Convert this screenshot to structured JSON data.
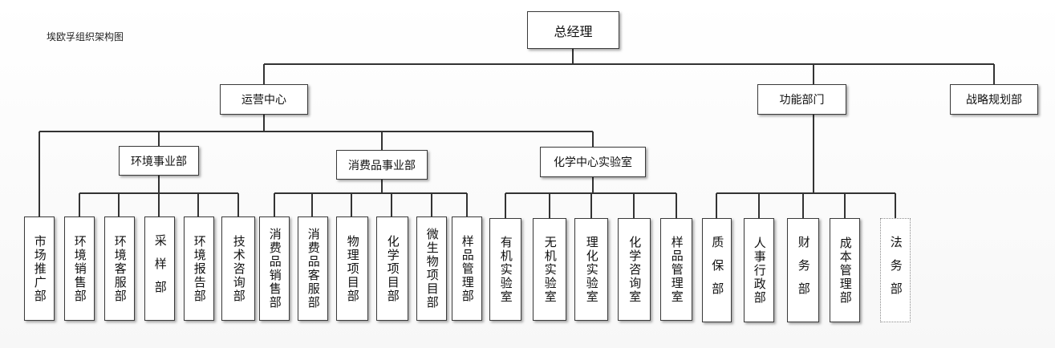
{
  "title": "埃欧孚组织架构图",
  "root": "总经理",
  "level1": {
    "operations": "运营中心",
    "functions": "功能部门",
    "strategy": "战略规划部"
  },
  "level2": {
    "environment_bu": "环境事业部",
    "consumer_bu": "消费品事业部",
    "chem_lab": "化学中心实验室"
  },
  "units": {
    "marketing": "市场推广部",
    "env_sales": "环境销售部",
    "env_service": "环境客服部",
    "sampling": "采样部",
    "env_report": "环境报告部",
    "tech_consult": "技术咨询部",
    "cons_sales": "消费品销售部",
    "cons_service": "消费品客服部",
    "physics_proj": "物理项目部",
    "chem_proj": "化学项目部",
    "micro_proj": "微生物项目部",
    "sample_mgmt": "样品管理部",
    "organic_lab": "有机实验室",
    "inorganic_lab": "无机实验室",
    "physchem_lab": "理化实验室",
    "chem_consult": "化学咨询室",
    "sample_room": "样品管理室",
    "qa": "质保部",
    "hr_admin": "人事行政部",
    "finance": "财务部",
    "cost_mgmt": "成本管理部",
    "legal": "法务部"
  }
}
